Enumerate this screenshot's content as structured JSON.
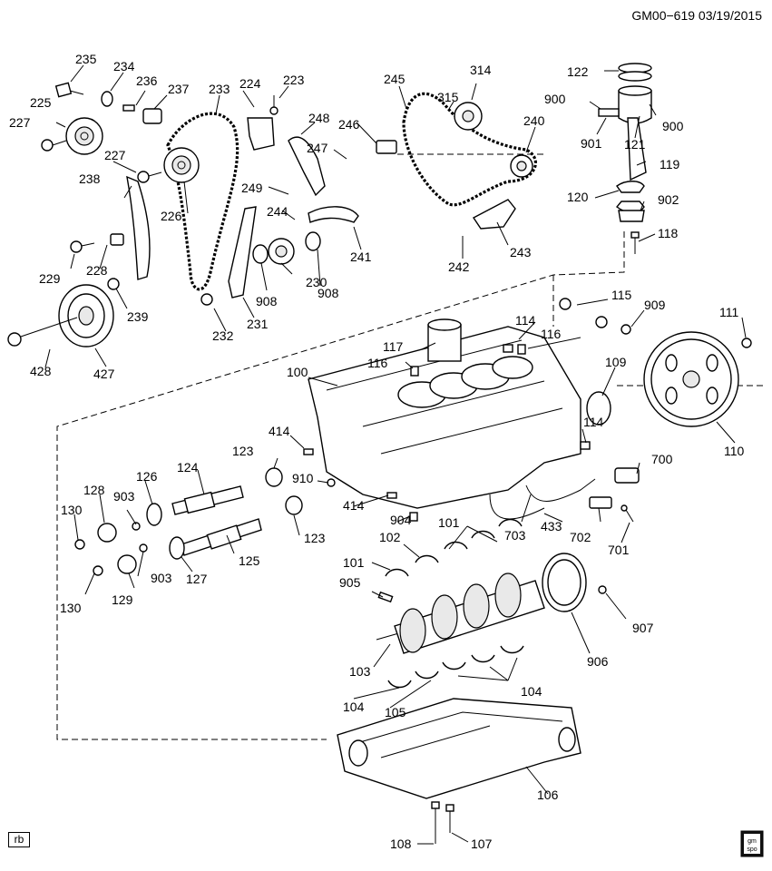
{
  "header": {
    "diagram_id": "GM00−619",
    "date": "03/19/2015"
  },
  "badge": {
    "rb": "rb"
  },
  "logo": {
    "text": "gm\nspo"
  },
  "callouts": [
    "235",
    "234",
    "236",
    "237",
    "233",
    "224",
    "223",
    "225",
    "227",
    "227",
    "238",
    "226",
    "229",
    "228",
    "239",
    "428",
    "427",
    "245",
    "314",
    "315",
    "246",
    "248",
    "247",
    "249",
    "244",
    "240",
    "243",
    "242",
    "241",
    "230",
    "908",
    "908",
    "232",
    "231",
    "122",
    "900",
    "900",
    "901",
    "121",
    "119",
    "120",
    "902",
    "118",
    "115",
    "114",
    "116",
    "909",
    "111",
    "117",
    "116",
    "100",
    "109",
    "114",
    "110",
    "414",
    "123",
    "910",
    "124",
    "126",
    "128",
    "903",
    "130",
    "414",
    "904",
    "101",
    "702",
    "700",
    "701",
    "433",
    "703",
    "125",
    "123",
    "127",
    "903",
    "129",
    "130",
    "101",
    "102",
    "905",
    "103",
    "104",
    "105",
    "104",
    "907",
    "906",
    "106",
    "108",
    "107"
  ]
}
